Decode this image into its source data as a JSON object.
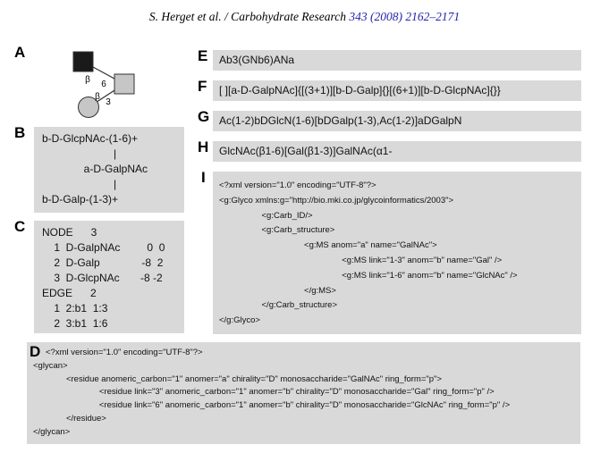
{
  "header": {
    "citation": "S. Herget et al. / Carbohydrate Research ",
    "citation_link": "343 (2008) 2162–2171"
  },
  "colors": {
    "panel-bg": "#d9d9d9",
    "link-blue": "#2323ad",
    "residue-dark": "#1a1a1a",
    "residue-gray": "#c6c6c6",
    "outline": "#333333"
  },
  "panels": {
    "a": {
      "label": "A",
      "diagram": {
        "residue_icons": [
          "glcnac-filled-square-icon",
          "galnac-gray-square-icon",
          "gal-gray-circle-icon"
        ],
        "anomer1": "β",
        "position1": "6",
        "anomer2": "β",
        "position2": "3"
      }
    },
    "b": {
      "label": "B",
      "text": "b-D-GlcpNAc-(1-6)+\n                        |\n              a-D-GalpNAc\n                        |\nb-D-Galp-(1-3)+"
    },
    "c": {
      "label": "C",
      "text": "NODE      3\n    1  D-GalpNAc         0  0\n    2  D-Galp              -8  2\n    3  D-GlcpNAc       -8 -2\nEDGE      2\n    1  2:b1  1:3\n    2  3:b1  1:6"
    },
    "d": {
      "label": "D",
      "text": "<?xml version=\"1.0\" encoding=\"UTF-8\"?>\n<glycan>\n              <residue anomeric_carbon=\"1\" anomer=\"a\" chirality=\"D\" monosaccharide=\"GalNAc\" ring_form=\"p\">\n                            <residue link=\"3\" anomeric_carbon=\"1\" anomer=\"b\" chirality=\"D\" monosaccharide=\"Gal\" ring_form=\"p\" />\n                            <residue link=\"6\" anomeric_carbon=\"1\" anomer=\"b\" chirality=\"D\" monosaccharide=\"GlcNAc\" ring_form=\"p\" />\n              </residue>\n</glycan>"
    },
    "e": {
      "label": "E",
      "text": "Ab3(GNb6)ANa"
    },
    "f": {
      "label": "F",
      "text": "[ ][a-D-GalpNAc]{[(3+1)][b-D-Galp]{}[(6+1)][b-D-GlcpNAc]{}}"
    },
    "g": {
      "label": "G",
      "text": "Ac(1-2)bDGlcN(1-6)[bDGalp(1-3),Ac(1-2)]aDGalpN"
    },
    "h": {
      "label": "H",
      "text": "GlcNAc(β1-6)[Gal(β1-3)]GalNAc(α1-"
    },
    "i": {
      "label": "I",
      "text": "<?xml version=\"1.0\" encoding=\"UTF-8\"?>\n<g:Glyco xmlns:g=\"http://bio.mki.co.jp/glycoinformatics/2003\">\n                  <g:Carb_ID/>\n                  <g:Carb_structure>\n                                    <g:MS anom=\"a\" name=\"GalNAc\">\n                                                    <g:MS link=\"1-3\" anom=\"b\" name=\"Gal\" />\n                                                    <g:MS link=\"1-6\" anom=\"b\" name=\"GlcNAc\" />\n                                    </g:MS>\n                  </g:Carb_structure>\n</g:Glyco>"
    }
  }
}
